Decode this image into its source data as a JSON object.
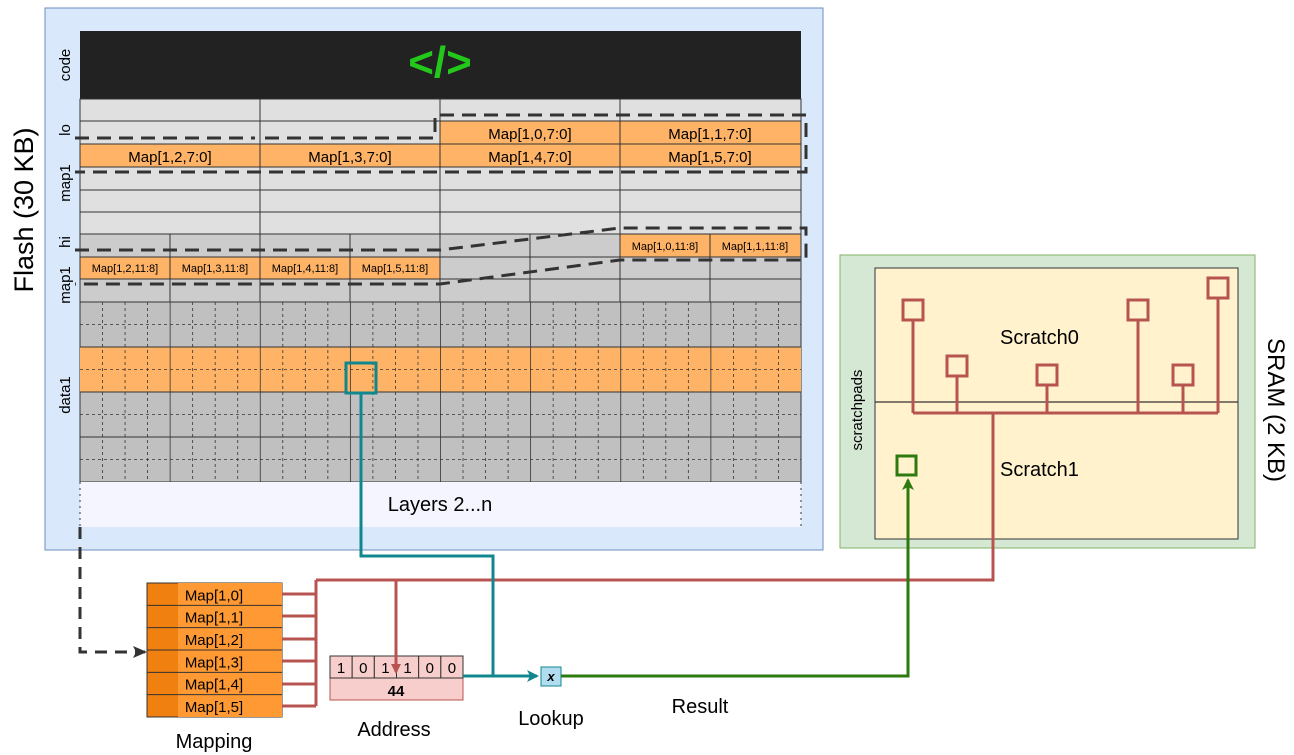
{
  "flash": {
    "label": "Flash (30 KB)",
    "code_glyph": "</>",
    "row_labels": [
      "code",
      "lo",
      "map1",
      "hi",
      "map1",
      "data1"
    ],
    "lo_cells": [
      "Map[1,0,7:0]",
      "Map[1,1,7:0]",
      "Map[1,2,7:0]",
      "Map[1,3,7:0]",
      "Map[1,4,7:0]",
      "Map[1,5,7:0]"
    ],
    "hi_cells": [
      "Map[1,0,11:8]",
      "Map[1,1,11:8]",
      "Map[1,2,11:8]",
      "Map[1,3,11:8]",
      "Map[1,4,11:8]",
      "Map[1,5,11:8]"
    ],
    "layers_label": "Layers 2...n"
  },
  "sram": {
    "label": "SRAM (2 KB)",
    "scratchpads_label": "scratchpads",
    "scratch0_label": "Scratch0",
    "scratch1_label": "Scratch1"
  },
  "mapping": {
    "rows": [
      "Map[1,0]",
      "Map[1,1]",
      "Map[1,2]",
      "Map[1,3]",
      "Map[1,4]",
      "Map[1,5]"
    ]
  },
  "address": {
    "bits": [
      "1",
      "0",
      "1",
      "1",
      "0",
      "0"
    ],
    "value": "44"
  },
  "lookup": {
    "symbol": "x"
  },
  "labels": {
    "mapping": "Mapping",
    "address": "Address",
    "lookup": "Lookup",
    "result": "Result"
  },
  "colors": {
    "flash_bg": "#dae8fc",
    "sram_bg": "#d5e8d4",
    "scratch_bg": "#fff2cc",
    "map_cell": "#ffb366",
    "mapping_fill": "#ff9933",
    "code_bg": "#222222",
    "code_glyph": "#22c91b",
    "red_path": "#b85450",
    "teal_path": "#10878f",
    "green_path": "#2d7a0f"
  }
}
